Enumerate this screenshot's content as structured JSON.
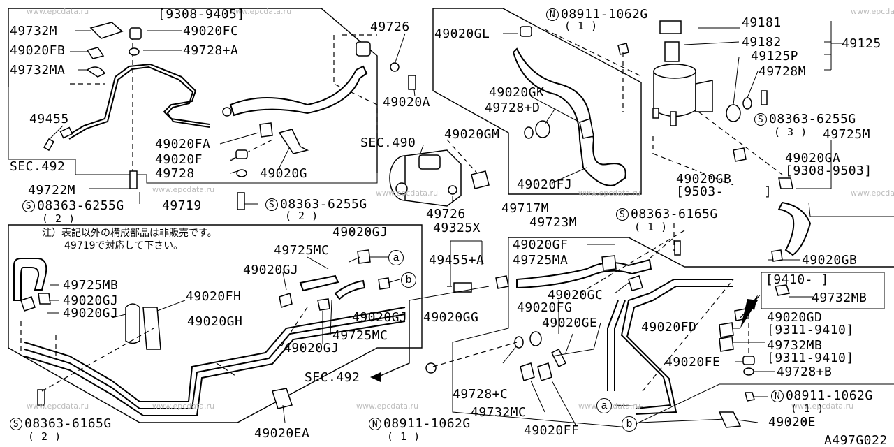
{
  "watermark": "www.epcdata.ru",
  "diagram_code": "A497G022",
  "note": {
    "line1": "注）表記以外の構成部品は非販売です。",
    "line2": "49719で対応して下さい。"
  },
  "callouts": {
    "a": "a",
    "b": "b"
  },
  "labels": {
    "r9308_9405": "[9308-9405]",
    "p49732M": "49732M",
    "p49020FC": "49020FC",
    "p49020FB": "49020FB",
    "p49728A": "49728+A",
    "p49732MA": "49732MA",
    "p49726_top": "49726",
    "p49020A": "49020A",
    "p49455": "49455",
    "p49020FA": "49020FA",
    "p49020F": "49020F",
    "p49728": "49728",
    "p49020G": "49020G",
    "sec492_left": "SEC.492",
    "p49722M": "49722M",
    "s08363_6255G_left": "08363-6255G",
    "qty2_left": "( 2 )",
    "p49719": "49719",
    "s08363_6255G_mid": "08363-6255G",
    "qty2_mid": "( 2 )",
    "sec490": "SEC.490",
    "p49020GM": "49020GM",
    "p49726_mid": "49726",
    "p49325X": "49325X",
    "p49717M": "49717M",
    "p49723M": "49723M",
    "p49020GL": "49020GL",
    "n08911_1062G_top": "08911-1062G",
    "qty1_top": "( 1 )",
    "p49020GK": "49020GK",
    "p49728D": "49728+D",
    "p49020FJ": "49020FJ",
    "p49181": "49181",
    "p49182": "49182",
    "p49125P": "49125P",
    "p49125": "49125",
    "p49728M": "49728M",
    "s08363_6255G_right": "08363-6255G",
    "qty3_right": "( 3 )",
    "p49725M": "49725M",
    "p49020GA": "49020GA",
    "r9308_9503": "[9308-9503]",
    "p49020GB_top": "49020GB",
    "r9503": "[9503-",
    "r9503_close": "]",
    "s08363_6165G_mid": "08363-6165G",
    "qty1_mid": "( 1 )",
    "p49020GB_bottom": "49020GB",
    "p49020GJ_1": "49020GJ",
    "p49725MC_1": "49725MC",
    "p49020GJ_2": "49020GJ",
    "p49725MB": "49725MB",
    "p49020GJ_3": "49020GJ",
    "p49020GJ_4": "49020GJ",
    "p49020FH": "49020FH",
    "p49020GH": "49020GH",
    "p49020GJ_5": "49020GJ",
    "p49725MC_2": "49725MC",
    "p49020GJ_6": "49020GJ",
    "p49455A": "49455+A",
    "p49020GG": "49020GG",
    "sec492_bottom": "SEC.492",
    "s08363_6165G_left": "08363-6165G",
    "qty2_bottom": "( 2 )",
    "p49020EA": "49020EA",
    "p49020GF": "49020GF",
    "p49725MA": "49725MA",
    "p49020GC": "49020GC",
    "p49020FG": "49020FG",
    "p49020GE": "49020GE",
    "p49728C": "49728+C",
    "p49732MC": "49732MC",
    "p49020FF": "49020FF",
    "n08911_1062G_bottom": "08911-1062G",
    "qty1_bottom": "( 1 )",
    "r9410": "[9410-     ]",
    "p49732MB_inset": "49732MB",
    "p49020FD": "49020FD",
    "p49020GD": "49020GD",
    "r9311_9410_a": "[9311-9410]",
    "p49732MB": "49732MB",
    "p49020FE": "49020FE",
    "r9311_9410_b": "[9311-9410]",
    "p49728B": "49728+B",
    "n08911_1062G_right": "08911-1062G",
    "qty1_right": "( 1 )",
    "p49020E": "49020E"
  },
  "symbols": {
    "screw": "S",
    "nut": "N"
  }
}
